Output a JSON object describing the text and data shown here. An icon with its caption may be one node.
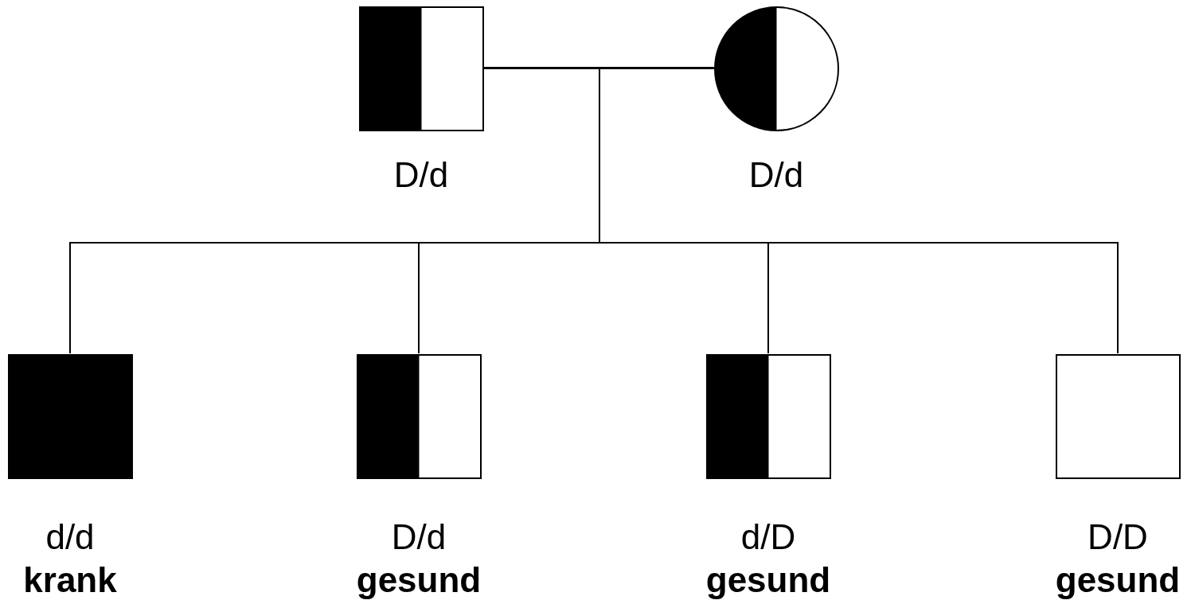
{
  "diagram": {
    "nodes": [
      {
        "text": [
          "D/d"
        ]
      },
      {
        "text": [
          "D/d"
        ]
      },
      {
        "text": [
          "d/d",
          "krank"
        ]
      },
      {
        "text": [
          "D/d",
          "gesund"
        ]
      },
      {
        "text": [
          "d/D",
          "gesund"
        ]
      },
      {
        "text": [
          "D/D",
          "gesund"
        ]
      }
    ],
    "edges": [
      {
        "from": 0,
        "to": 1,
        "arrow": "none"
      },
      {
        "from": 0,
        "to": 2,
        "arrow": "none"
      },
      {
        "from": 0,
        "to": 3,
        "arrow": "none"
      },
      {
        "from": 0,
        "to": 4,
        "arrow": "none"
      },
      {
        "from": 0,
        "to": 5,
        "arrow": "none"
      },
      {
        "from": 1,
        "to": 2,
        "arrow": "none"
      },
      {
        "from": 1,
        "to": 3,
        "arrow": "none"
      },
      {
        "from": 1,
        "to": 4,
        "arrow": "none"
      },
      {
        "from": 1,
        "to": 5,
        "arrow": "none"
      }
    ]
  }
}
